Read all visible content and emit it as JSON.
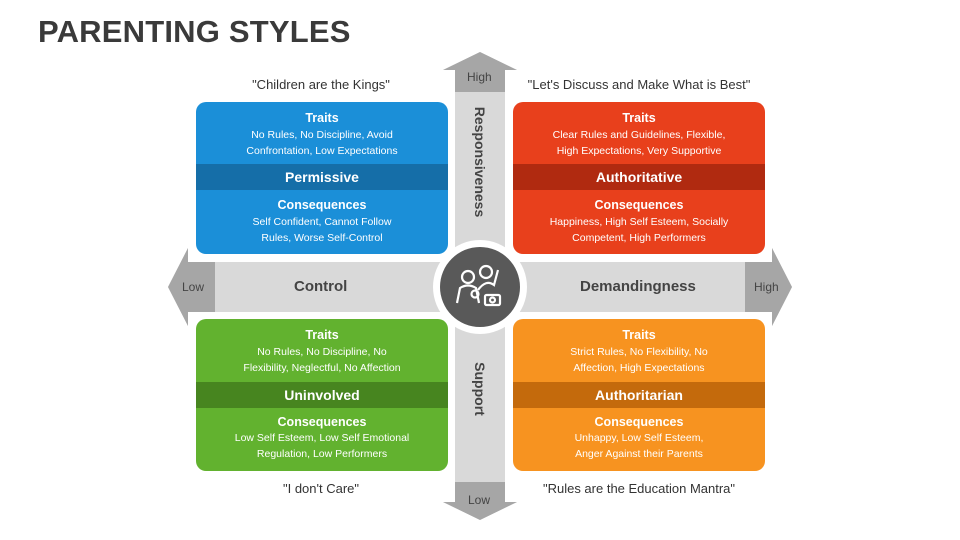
{
  "title": "PARENTING STYLES",
  "axes": {
    "vertical": {
      "top_label": "High",
      "bottom_label": "Low",
      "upper_name": "Responsiveness",
      "lower_name": "Support"
    },
    "horizontal": {
      "left_label": "Low",
      "right_label": "High",
      "left_name": "Control",
      "right_name": "Demandingness"
    }
  },
  "center_icon": "family-icon",
  "quadrants": {
    "permissive": {
      "quote": "\"Children are the Kings\"",
      "traits_title": "Traits",
      "traits": [
        "No Rules, No Discipline, Avoid",
        "Confrontation, Low Expectations"
      ],
      "name": "Permissive",
      "consequences_title": "Consequences",
      "consequences": [
        "Self Confident, Cannot Follow",
        "Rules, Worse Self-Control"
      ],
      "color": "#1b8fd8",
      "band_color": "#156ea8"
    },
    "authoritative": {
      "quote": "\"Let's Discuss and Make What is Best\"",
      "traits_title": "Traits",
      "traits": [
        "Clear Rules and Guidelines, Flexible,",
        "High Expectations, Very Supportive"
      ],
      "name": "Authoritative",
      "consequences_title": "Consequences",
      "consequences": [
        "Happiness, High Self Esteem, Socially",
        "Competent, High Performers"
      ],
      "color": "#e8401c",
      "band_color": "#b02a10"
    },
    "uninvolved": {
      "quote": "\"I don't Care\"",
      "traits_title": "Traits",
      "traits": [
        "No Rules, No Discipline, No",
        "Flexibility, Neglectful, No Affection"
      ],
      "name": "Uninvolved",
      "consequences_title": "Consequences",
      "consequences": [
        "Low Self Esteem, Low Self Emotional",
        "Regulation, Low Performers"
      ],
      "color": "#62b22f",
      "band_color": "#47851f"
    },
    "authoritarian": {
      "quote": "\"Rules are the Education Mantra\"",
      "traits_title": "Traits",
      "traits": [
        "Strict Rules, No Flexibility, No",
        "Affection, High Expectations"
      ],
      "name": "Authoritarian",
      "consequences_title": "Consequences",
      "consequences": [
        "Unhappy, Low Self Esteem,",
        "Anger Against their Parents"
      ],
      "color": "#f79320",
      "band_color": "#c46a0c"
    }
  }
}
